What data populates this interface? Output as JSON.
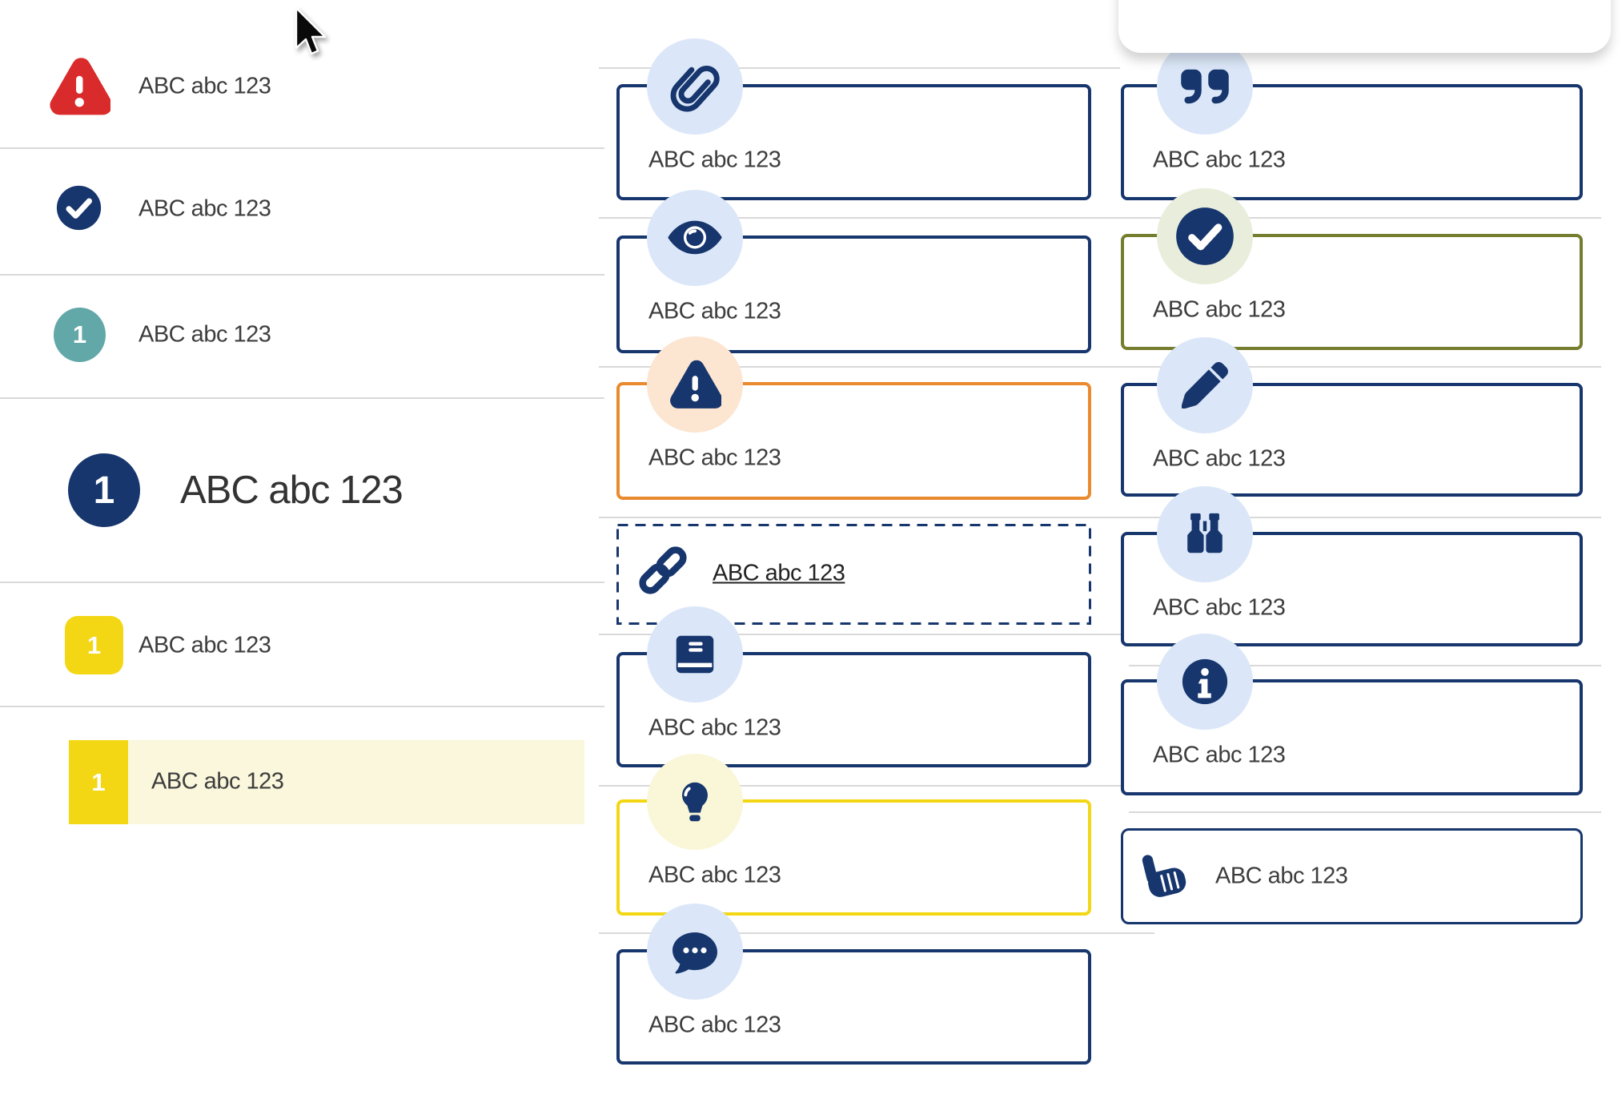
{
  "left_list": {
    "items": [
      {
        "icon": "alert-triangle",
        "label": "ABC abc 123",
        "style": "alert-red"
      },
      {
        "icon": "check-circle",
        "label": "ABC abc 123",
        "style": "check-navy"
      },
      {
        "badge": "1",
        "label": "ABC abc 123",
        "style": "step-teal"
      },
      {
        "badge": "1",
        "label": "ABC abc 123",
        "style": "step-navy-large"
      },
      {
        "badge": "1",
        "label": "ABC abc 123",
        "style": "step-yellow"
      },
      {
        "badge": "1",
        "label": "ABC abc 123",
        "style": "step-yellow-highlighted"
      }
    ]
  },
  "callout_column_left": {
    "items": [
      {
        "icon": "paperclip",
        "variant": "default",
        "label": "ABC abc 123"
      },
      {
        "icon": "eye",
        "variant": "default",
        "label": "ABC abc 123"
      },
      {
        "icon": "alert-triangle",
        "variant": "warning",
        "label": "ABC abc 123"
      },
      {
        "icon": "link",
        "variant": "link-dashed",
        "label": "ABC abc 123"
      },
      {
        "icon": "book",
        "variant": "default",
        "label": "ABC abc 123"
      },
      {
        "icon": "lightbulb",
        "variant": "tip",
        "label": "ABC abc 123"
      },
      {
        "icon": "comment-dots",
        "variant": "default",
        "label": "ABC abc 123"
      }
    ]
  },
  "callout_column_right": {
    "items": [
      {
        "icon": "quote-right",
        "variant": "default",
        "label": "ABC abc 123"
      },
      {
        "icon": "check-circle",
        "variant": "success",
        "label": "ABC abc 123"
      },
      {
        "icon": "pencil",
        "variant": "default",
        "label": "ABC abc 123"
      },
      {
        "icon": "binoculars",
        "variant": "default",
        "label": "ABC abc 123"
      },
      {
        "icon": "info-circle",
        "variant": "default",
        "label": "ABC abc 123"
      },
      {
        "icon": "hand-point-up",
        "variant": "action",
        "label": "ABC abc 123"
      }
    ]
  },
  "colors": {
    "primary_navy": "#17366d",
    "alert_red": "#d92b2b",
    "teal": "#62a8a8",
    "yellow": "#f3d715",
    "yellow_pale": "#faf7dc",
    "orange": "#ea8a2e",
    "olive": "#757d2e",
    "badge_blue": "#dbe7f8",
    "badge_orange": "#fce5d1",
    "badge_yellow": "#faf6d8",
    "badge_green": "#e8eedb",
    "divider_gray": "#d9d9d9",
    "text_gray": "#3d3d3d"
  }
}
